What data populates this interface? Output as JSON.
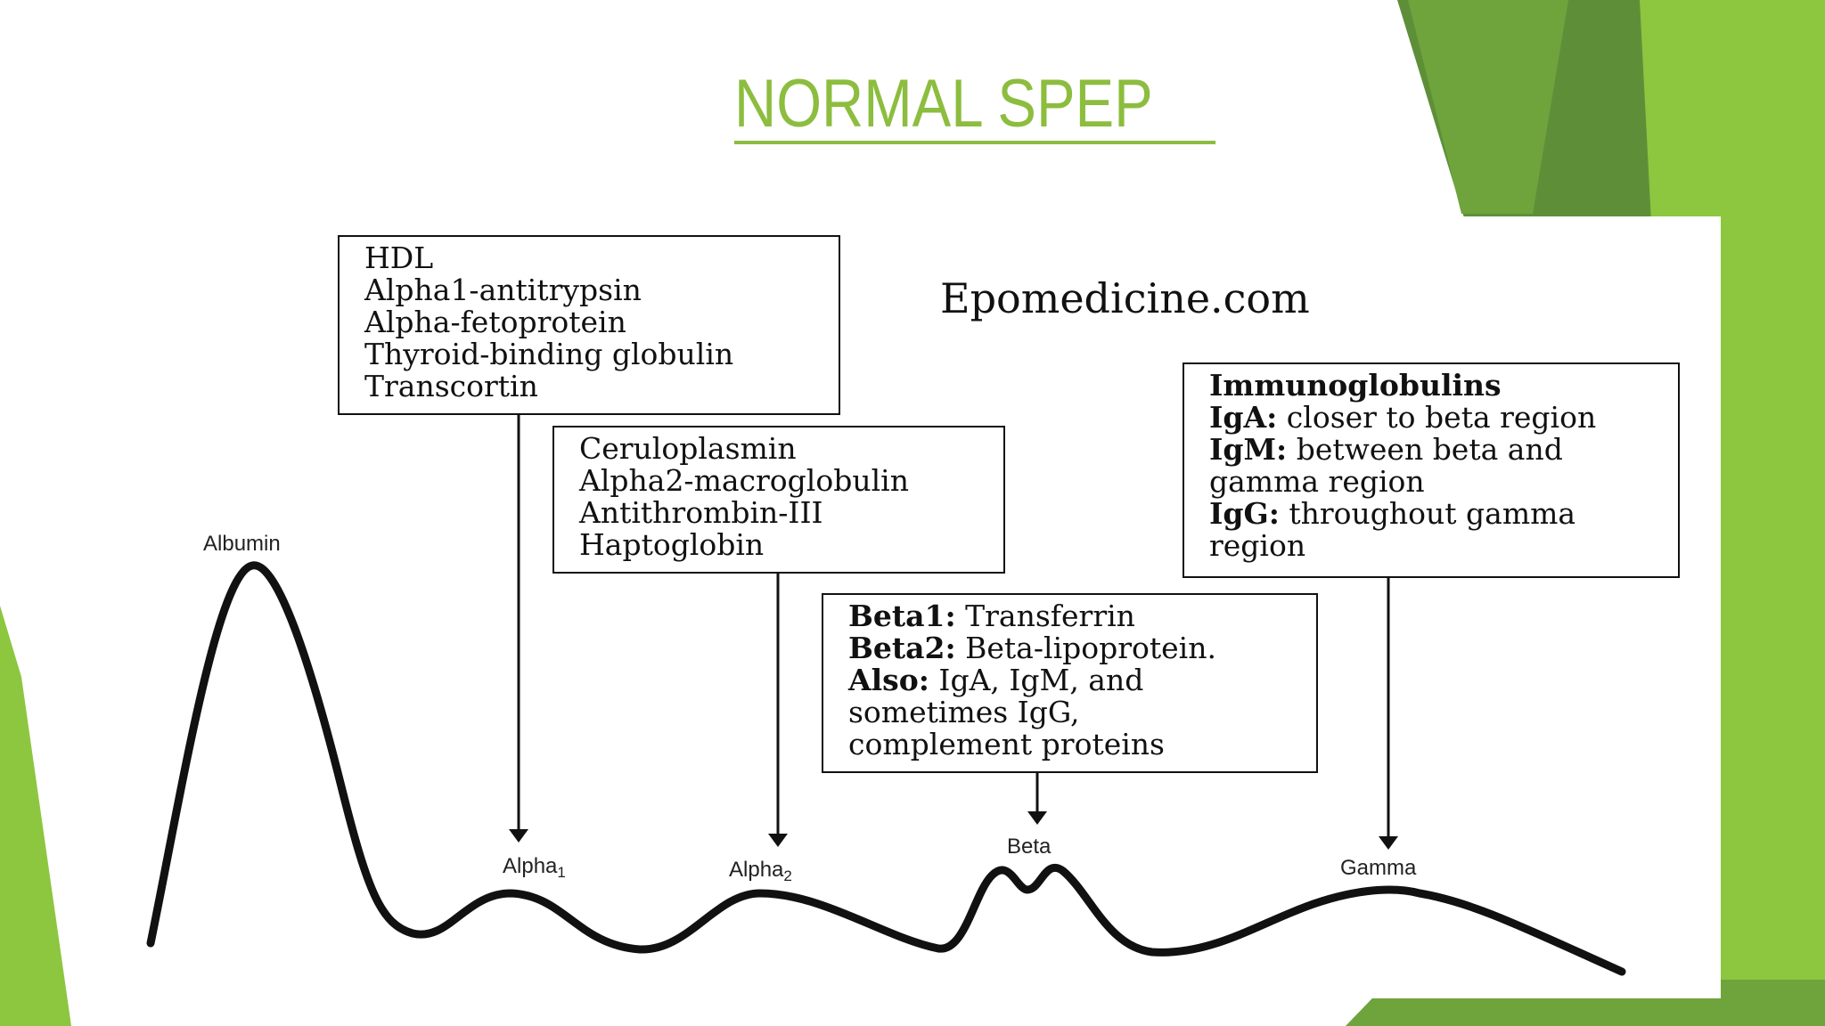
{
  "slide": {
    "title": "NORMAL SPEP",
    "watermark": "Epomedicine.com"
  },
  "boxes": {
    "alpha1": {
      "lines": [
        "HDL",
        "Alpha1-antitrypsin",
        "Alpha-fetoprotein",
        "Thyroid-binding globulin",
        "Transcortin"
      ]
    },
    "alpha2": {
      "lines": [
        "Ceruloplasmin",
        "Alpha2-macroglobulin",
        "Antithrombin-III",
        "Haptoglobin"
      ]
    },
    "beta": {
      "lines": [
        {
          "key": "Beta1:",
          "text": " Transferrin"
        },
        {
          "key": "Beta2:",
          "text": " Beta-lipoprotein."
        },
        {
          "key": "Also:",
          "text": " IgA, IgM, and"
        },
        {
          "key": "",
          "text": "sometimes IgG,"
        },
        {
          "key": "",
          "text": "complement proteins"
        }
      ]
    },
    "gamma": {
      "lines": [
        {
          "key": "Immunoglobulins",
          "text": ""
        },
        {
          "key": "IgA:",
          "text": " closer to beta region"
        },
        {
          "key": "IgM:",
          "text": " between beta and"
        },
        {
          "key": "",
          "text": "gamma region"
        },
        {
          "key": "IgG:",
          "text": " throughout gamma"
        },
        {
          "key": "",
          "text": "region"
        }
      ]
    }
  },
  "peaks": {
    "albumin": "Albumin",
    "alpha1": {
      "name": "Alpha",
      "sub": "1"
    },
    "alpha2": {
      "name": "Alpha",
      "sub": "2"
    },
    "beta": "Beta",
    "gamma": "Gamma"
  },
  "colors": {
    "title_green": "#8cbd3f",
    "accent_light_green": "#8dc63f",
    "accent_dark_green": "#5e8f38"
  }
}
